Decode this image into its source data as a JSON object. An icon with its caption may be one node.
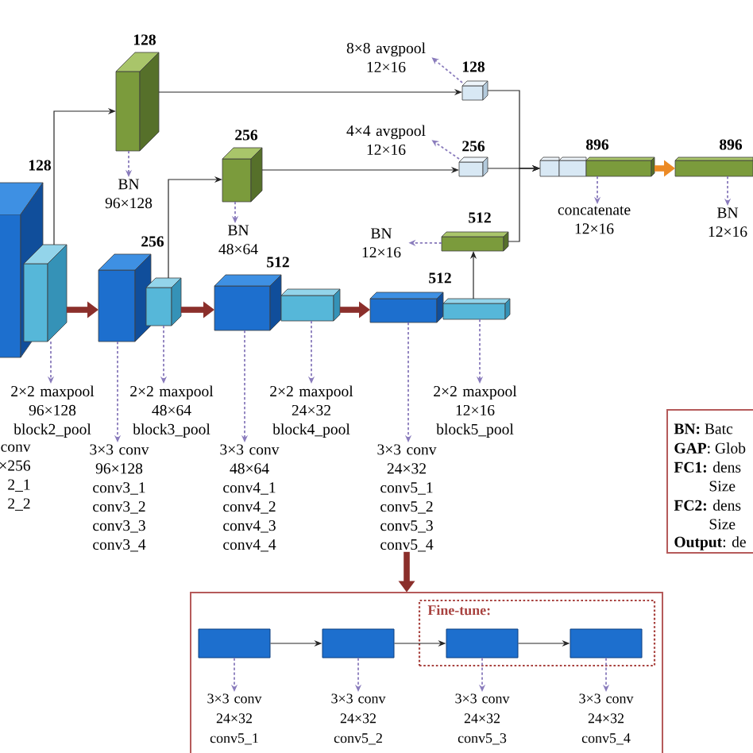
{
  "diagram": {
    "nodes": [
      {
        "text": [
          "128"
        ]
      },
      {
        "text": [
          "BN 96×128"
        ]
      },
      {
        "text": [
          "8×8 avgpool 12×16"
        ]
      },
      {
        "text": [
          "128"
        ]
      },
      {
        "text": [
          "256"
        ]
      },
      {
        "text": [
          "BN 48×64"
        ]
      },
      {
        "text": [
          "4×4 avgpool 12×16"
        ]
      },
      {
        "text": [
          "256"
        ]
      },
      {
        "text": [
          "896"
        ]
      },
      {
        "text": [
          "896"
        ]
      },
      {
        "text": [
          "concatenate 12×16"
        ]
      },
      {
        "text": [
          "BN 12×16"
        ]
      },
      {
        "text": [
          "BN 12×16"
        ]
      },
      {
        "text": [
          "512"
        ]
      },
      {
        "text": [
          "128"
        ]
      },
      {
        "text": [],
        "shape": "box"
      },
      {
        "text": [
          "256"
        ]
      },
      {
        "text": [],
        "shape": "box"
      },
      {
        "text": [
          "512"
        ]
      },
      {
        "text": [],
        "shape": "box"
      },
      {
        "text": [
          "512"
        ]
      },
      {
        "text": [],
        "shape": "box"
      },
      {
        "text": [
          "2×2 maxpool 96×128 block2_pool"
        ]
      },
      {
        "text": [
          "2×2 maxpool 48×64 block3_pool"
        ]
      },
      {
        "text": [
          "2×2 maxpool 24×32 block4_pool"
        ]
      },
      {
        "text": [
          "2×2 maxpool 12×16 block5_pool"
        ]
      },
      {
        "text": [
          "3×3 conv 96×128 conv3_1 conv3_2 conv3_3 conv3_4"
        ]
      },
      {
        "text": [
          "3×3 conv 48×64 conv4_1 conv4_2 conv4_3 conv4_4"
        ]
      },
      {
        "text": [
          "3×3 conv 24×32 conv5_1 conv5_2 conv5_3 conv5_4"
        ]
      },
      {
        "text": [
          "**BN:** Batc",
          "**GAP**: Glob",
          "**FC1:** dens",
          "Size",
          "**FC2:** dens",
          "Size",
          "**Output**: de"
        ]
      },
      {
        "text": [],
        "shape": "box"
      },
      {
        "text": [
          "Fine-tune:"
        ],
        "in": 30
      },
      {
        "text": [],
        "shape": "box",
        "in": 30
      },
      {
        "text": [],
        "shape": "box",
        "in": 30
      },
      {
        "text": [],
        "shape": "box",
        "in": 31
      },
      {
        "text": [],
        "shape": "box",
        "in": 31
      },
      {
        "text": [
          "3×3 conv 24×32 conv5_1"
        ],
        "in": 30
      },
      {
        "text": [
          "3×3 conv 24×32 conv5_2"
        ],
        "in": 30
      },
      {
        "text": [
          "3×3 conv 24×32 conv5_3"
        ],
        "in": 30
      },
      {
        "text": [
          "3×3 conv 24×32 conv5_4"
        ],
        "in": 30
      }
    ],
    "edges": [
      {
        "from": 15,
        "to": 0,
        "arrow": "to",
        "color": "#262626"
      },
      {
        "from": 17,
        "to": 4,
        "arrow": "to",
        "color": "#262626"
      },
      {
        "from": 21,
        "to": 13,
        "arrow": "to",
        "color": "#262626"
      },
      {
        "from": 0,
        "to": 3,
        "arrow": "to",
        "color": "#262626"
      },
      {
        "from": 4,
        "to": 7,
        "arrow": "to",
        "color": "#262626"
      },
      {
        "from": 3,
        "to": 8,
        "arrow": "to",
        "color": "#262626"
      },
      {
        "from": 7,
        "to": 8,
        "arrow": "to",
        "color": "#262626"
      },
      {
        "from": 13,
        "to": 8,
        "arrow": "to",
        "color": "#262626"
      },
      {
        "from": 8,
        "to": 9,
        "arrow": "to",
        "style": "thick",
        "color": "#ec8a25"
      },
      {
        "from": 15,
        "to": 16,
        "arrow": "to",
        "style": "thick",
        "color": "#8b2f2b"
      },
      {
        "from": 17,
        "to": 18,
        "arrow": "to",
        "style": "thick",
        "color": "#8b2f2b"
      },
      {
        "from": 19,
        "to": 20,
        "arrow": "to",
        "style": "thick",
        "color": "#8b2f2b"
      },
      {
        "from": 28,
        "to": 30,
        "arrow": "to",
        "style": "thick",
        "color": "#8b2f2b"
      },
      {
        "from": 32,
        "to": 33,
        "arrow": "to",
        "color": "#262626"
      },
      {
        "from": 33,
        "to": 34,
        "arrow": "to",
        "color": "#262626"
      },
      {
        "from": 34,
        "to": 35,
        "arrow": "to",
        "color": "#262626"
      },
      {
        "from": 0,
        "to": 1,
        "arrow": "to",
        "style": "dashed",
        "color": "#8a7cbc"
      },
      {
        "from": 3,
        "to": 2,
        "arrow": "to",
        "style": "dashed",
        "color": "#8a7cbc"
      },
      {
        "from": 4,
        "to": 5,
        "arrow": "to",
        "style": "dashed",
        "color": "#8a7cbc"
      },
      {
        "from": 7,
        "to": 6,
        "arrow": "to",
        "style": "dashed",
        "color": "#8a7cbc"
      },
      {
        "from": 8,
        "to": 10,
        "arrow": "to",
        "style": "dashed",
        "color": "#8a7cbc"
      },
      {
        "from": 9,
        "to": 11,
        "arrow": "to",
        "style": "dashed",
        "color": "#8a7cbc"
      },
      {
        "from": 13,
        "to": 12,
        "arrow": "to",
        "style": "dashed",
        "color": "#8a7cbc"
      },
      {
        "from": 15,
        "to": 22,
        "arrow": "to",
        "style": "dashed",
        "color": "#8a7cbc"
      },
      {
        "from": 16,
        "to": 26,
        "arrow": "to",
        "style": "dashed",
        "color": "#8a7cbc"
      },
      {
        "from": 17,
        "to": 23,
        "arrow": "to",
        "style": "dashed",
        "color": "#8a7cbc"
      },
      {
        "from": 18,
        "to": 27,
        "arrow": "to",
        "style": "dashed",
        "color": "#8a7cbc"
      },
      {
        "from": 19,
        "to": 24,
        "arrow": "to",
        "style": "dashed",
        "color": "#8a7cbc"
      },
      {
        "from": 20,
        "to": 28,
        "arrow": "to",
        "style": "dashed",
        "color": "#8a7cbc"
      },
      {
        "from": 21,
        "to": 25,
        "arrow": "to",
        "style": "dashed",
        "color": "#8a7cbc"
      },
      {
        "from": 32,
        "to": 36,
        "arrow": "to",
        "style": "dashed",
        "color": "#8a7cbc"
      },
      {
        "from": 33,
        "to": 37,
        "arrow": "to",
        "style": "dashed",
        "color": "#8a7cbc"
      },
      {
        "from": 34,
        "to": 38,
        "arrow": "to",
        "style": "dashed",
        "color": "#8a7cbc"
      },
      {
        "from": 35,
        "to": 39,
        "arrow": "to",
        "style": "dashed",
        "color": "#8a7cbc"
      }
    ],
    "labels": [
      "conv ×256 2_1 2_2"
    ]
  }
}
